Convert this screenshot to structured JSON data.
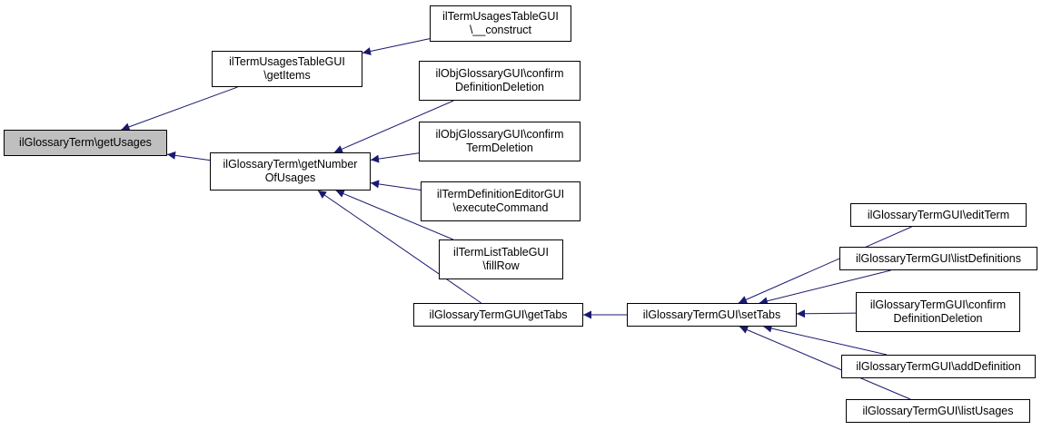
{
  "colors": {
    "edge": "#191970",
    "root_fill": "#bfbfbf",
    "node_fill": "#ffffff",
    "border": "#000000"
  },
  "nodes": {
    "root": "ilGlossaryTerm\\getUsages",
    "usages_items": "ilTermUsagesTableGUI\n\\getItems",
    "usages_construct": "ilTermUsagesTableGUI\n\\__construct",
    "number_of_usages": "ilGlossaryTerm\\getNumber\nOfUsages",
    "confirm_def_deletion": "ilObjGlossaryGUI\\confirm\nDefinitionDeletion",
    "confirm_term_deletion": "ilObjGlossaryGUI\\confirm\nTermDeletion",
    "execute_command": "ilTermDefinitionEditorGUI\n\\executeCommand",
    "fill_row": "ilTermListTableGUI\n\\fillRow",
    "get_tabs": "ilGlossaryTermGUI\\getTabs",
    "set_tabs": "ilGlossaryTermGUI\\setTabs",
    "edit_term": "ilGlossaryTermGUI\\editTerm",
    "list_definitions": "ilGlossaryTermGUI\\listDefinitions",
    "gt_confirm_def_deletion": "ilGlossaryTermGUI\\confirm\nDefinitionDeletion",
    "add_definition": "ilGlossaryTermGUI\\addDefinition",
    "list_usages": "ilGlossaryTermGUI\\listUsages"
  },
  "edges": [
    [
      "usages_items",
      "root"
    ],
    [
      "number_of_usages",
      "root"
    ],
    [
      "usages_construct",
      "usages_items"
    ],
    [
      "confirm_def_deletion",
      "number_of_usages"
    ],
    [
      "confirm_term_deletion",
      "number_of_usages"
    ],
    [
      "execute_command",
      "number_of_usages"
    ],
    [
      "fill_row",
      "number_of_usages"
    ],
    [
      "get_tabs",
      "number_of_usages"
    ],
    [
      "set_tabs",
      "get_tabs"
    ],
    [
      "edit_term",
      "set_tabs"
    ],
    [
      "list_definitions",
      "set_tabs"
    ],
    [
      "gt_confirm_def_deletion",
      "set_tabs"
    ],
    [
      "add_definition",
      "set_tabs"
    ],
    [
      "list_usages",
      "set_tabs"
    ]
  ]
}
